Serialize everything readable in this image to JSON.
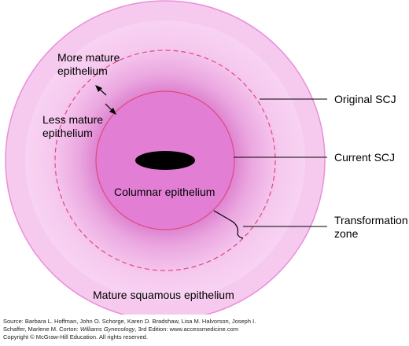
{
  "diagram": {
    "labels": {
      "more_mature_line1": "More mature",
      "more_mature_line2": "epithelium",
      "less_mature_line1": "Less mature",
      "less_mature_line2": "epithelium",
      "columnar": "Columnar epithelium",
      "mature_squamous": "Mature squamous epithelium",
      "original_scj": "Original SCJ",
      "current_scj": "Current SCJ",
      "transformation_line1": "Transformation",
      "transformation_line2": "zone"
    },
    "colors": {
      "outer_fill": "#f6c9ef",
      "gradient_inner": "#cf5fbf",
      "columnar_fill": "#e27fd4",
      "boundary": "#e0497f",
      "os": "#000000"
    }
  },
  "source": {
    "line1": "Source: Barbara L. Hoffman, John O. Schorge, Karen D. Bradshaw, Lisa M. Halvorson, Joseph I.",
    "line2_prefix": "Schaffer, Marlene M. Corton: ",
    "line2_title": "Williams Gynecology",
    "line2_suffix": ", 3rd Edition: www.accessmedicine.com",
    "line3": "Copyright © McGraw-Hill Education. All rights reserved."
  }
}
